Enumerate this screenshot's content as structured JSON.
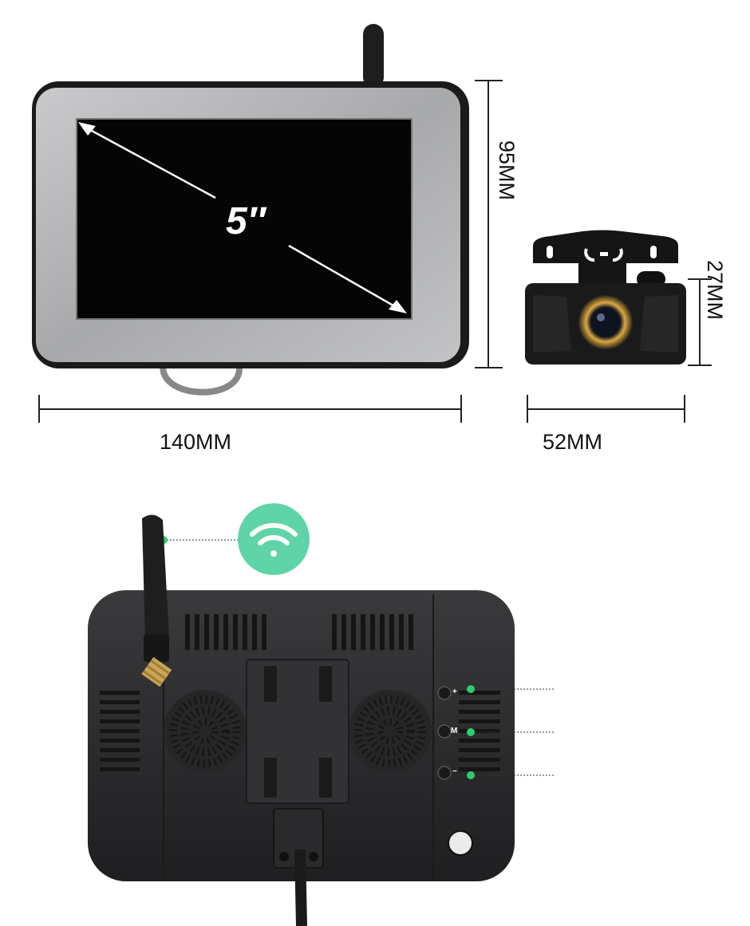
{
  "dimensions": {
    "monitor_width": "140MM",
    "monitor_height": "95MM",
    "camera_width": "52MM",
    "camera_height": "27MM",
    "screen_diagonal": "5″"
  },
  "buttons": {
    "plus": "+",
    "mode": "M",
    "minus": "−"
  },
  "colors": {
    "accent_green": "#5fd4a8",
    "indicator_green": "#2ecc71",
    "bezel_silver": "#b9babc",
    "device_body": "#2c2c2e"
  },
  "icons": [
    "wifi-icon",
    "antenna",
    "camera-lens"
  ]
}
